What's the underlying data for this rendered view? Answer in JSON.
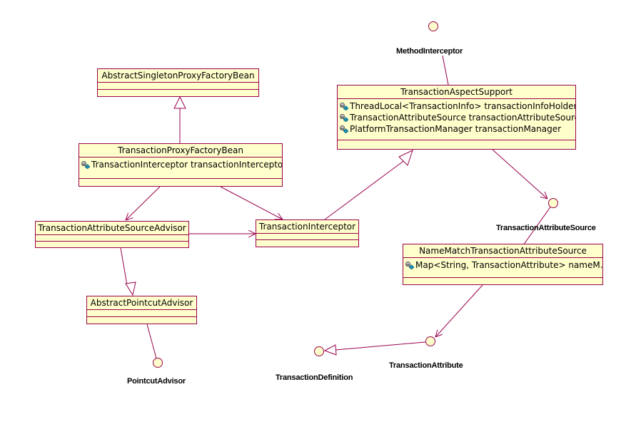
{
  "classes": {
    "abstract_singleton_proxy_factory_bean": {
      "name": "AbstractSingletonProxyFactoryBean"
    },
    "transaction_proxy_factory_bean": {
      "name": "TransactionProxyFactoryBean",
      "attributes": [
        "TransactionInterceptor  transactionInterceptor"
      ]
    },
    "transaction_attribute_source_advisor": {
      "name": "TransactionAttributeSourceAdvisor"
    },
    "transaction_interceptor": {
      "name": "TransactionInterceptor"
    },
    "abstract_pointcut_advisor": {
      "name": "AbstractPointcutAdvisor"
    },
    "transaction_aspect_support": {
      "name": "TransactionAspectSupport",
      "attributes": [
        "ThreadLocal<TransactionInfo> transactionInfoHolder",
        "TransactionAttributeSource transactionAttributeSourc...",
        "PlatformTransactionManager transactionManager"
      ]
    },
    "name_match_transaction_attribute_source": {
      "name": "NameMatchTransactionAttributeSource",
      "attributes": [
        "Map<String, TransactionAttribute> nameM..."
      ]
    }
  },
  "interfaces": {
    "method_interceptor": "MethodInterceptor",
    "transaction_attribute_source": "TransactionAttributeSource",
    "pointcut_advisor": "PointcutAdvisor",
    "transaction_definition": "TransactionDefinition",
    "transaction_attribute": "TransactionAttribute"
  },
  "colors": {
    "box_fill": "#ffffcc",
    "line": "#99004d",
    "icon_teal": "#1a8fb0"
  }
}
